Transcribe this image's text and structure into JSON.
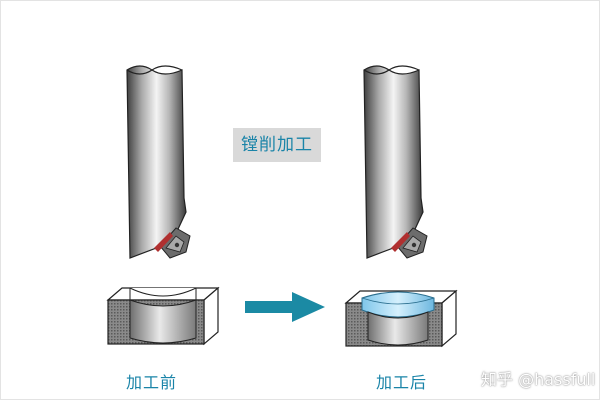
{
  "process_label": "镗削加工",
  "captions": {
    "before": "加工前",
    "after": "加工后"
  },
  "watermark": "知乎 @hassfull",
  "colors": {
    "label_text": "#1a84a8",
    "label_bg": "#d9d9d9",
    "arrow": "#1b8aa4",
    "bore_finish": "#9fd9f5",
    "insert": "#b03030"
  },
  "icons": [
    "boring-bar-before",
    "boring-bar-after",
    "workpiece-before",
    "workpiece-after",
    "arrow-right-icon"
  ]
}
